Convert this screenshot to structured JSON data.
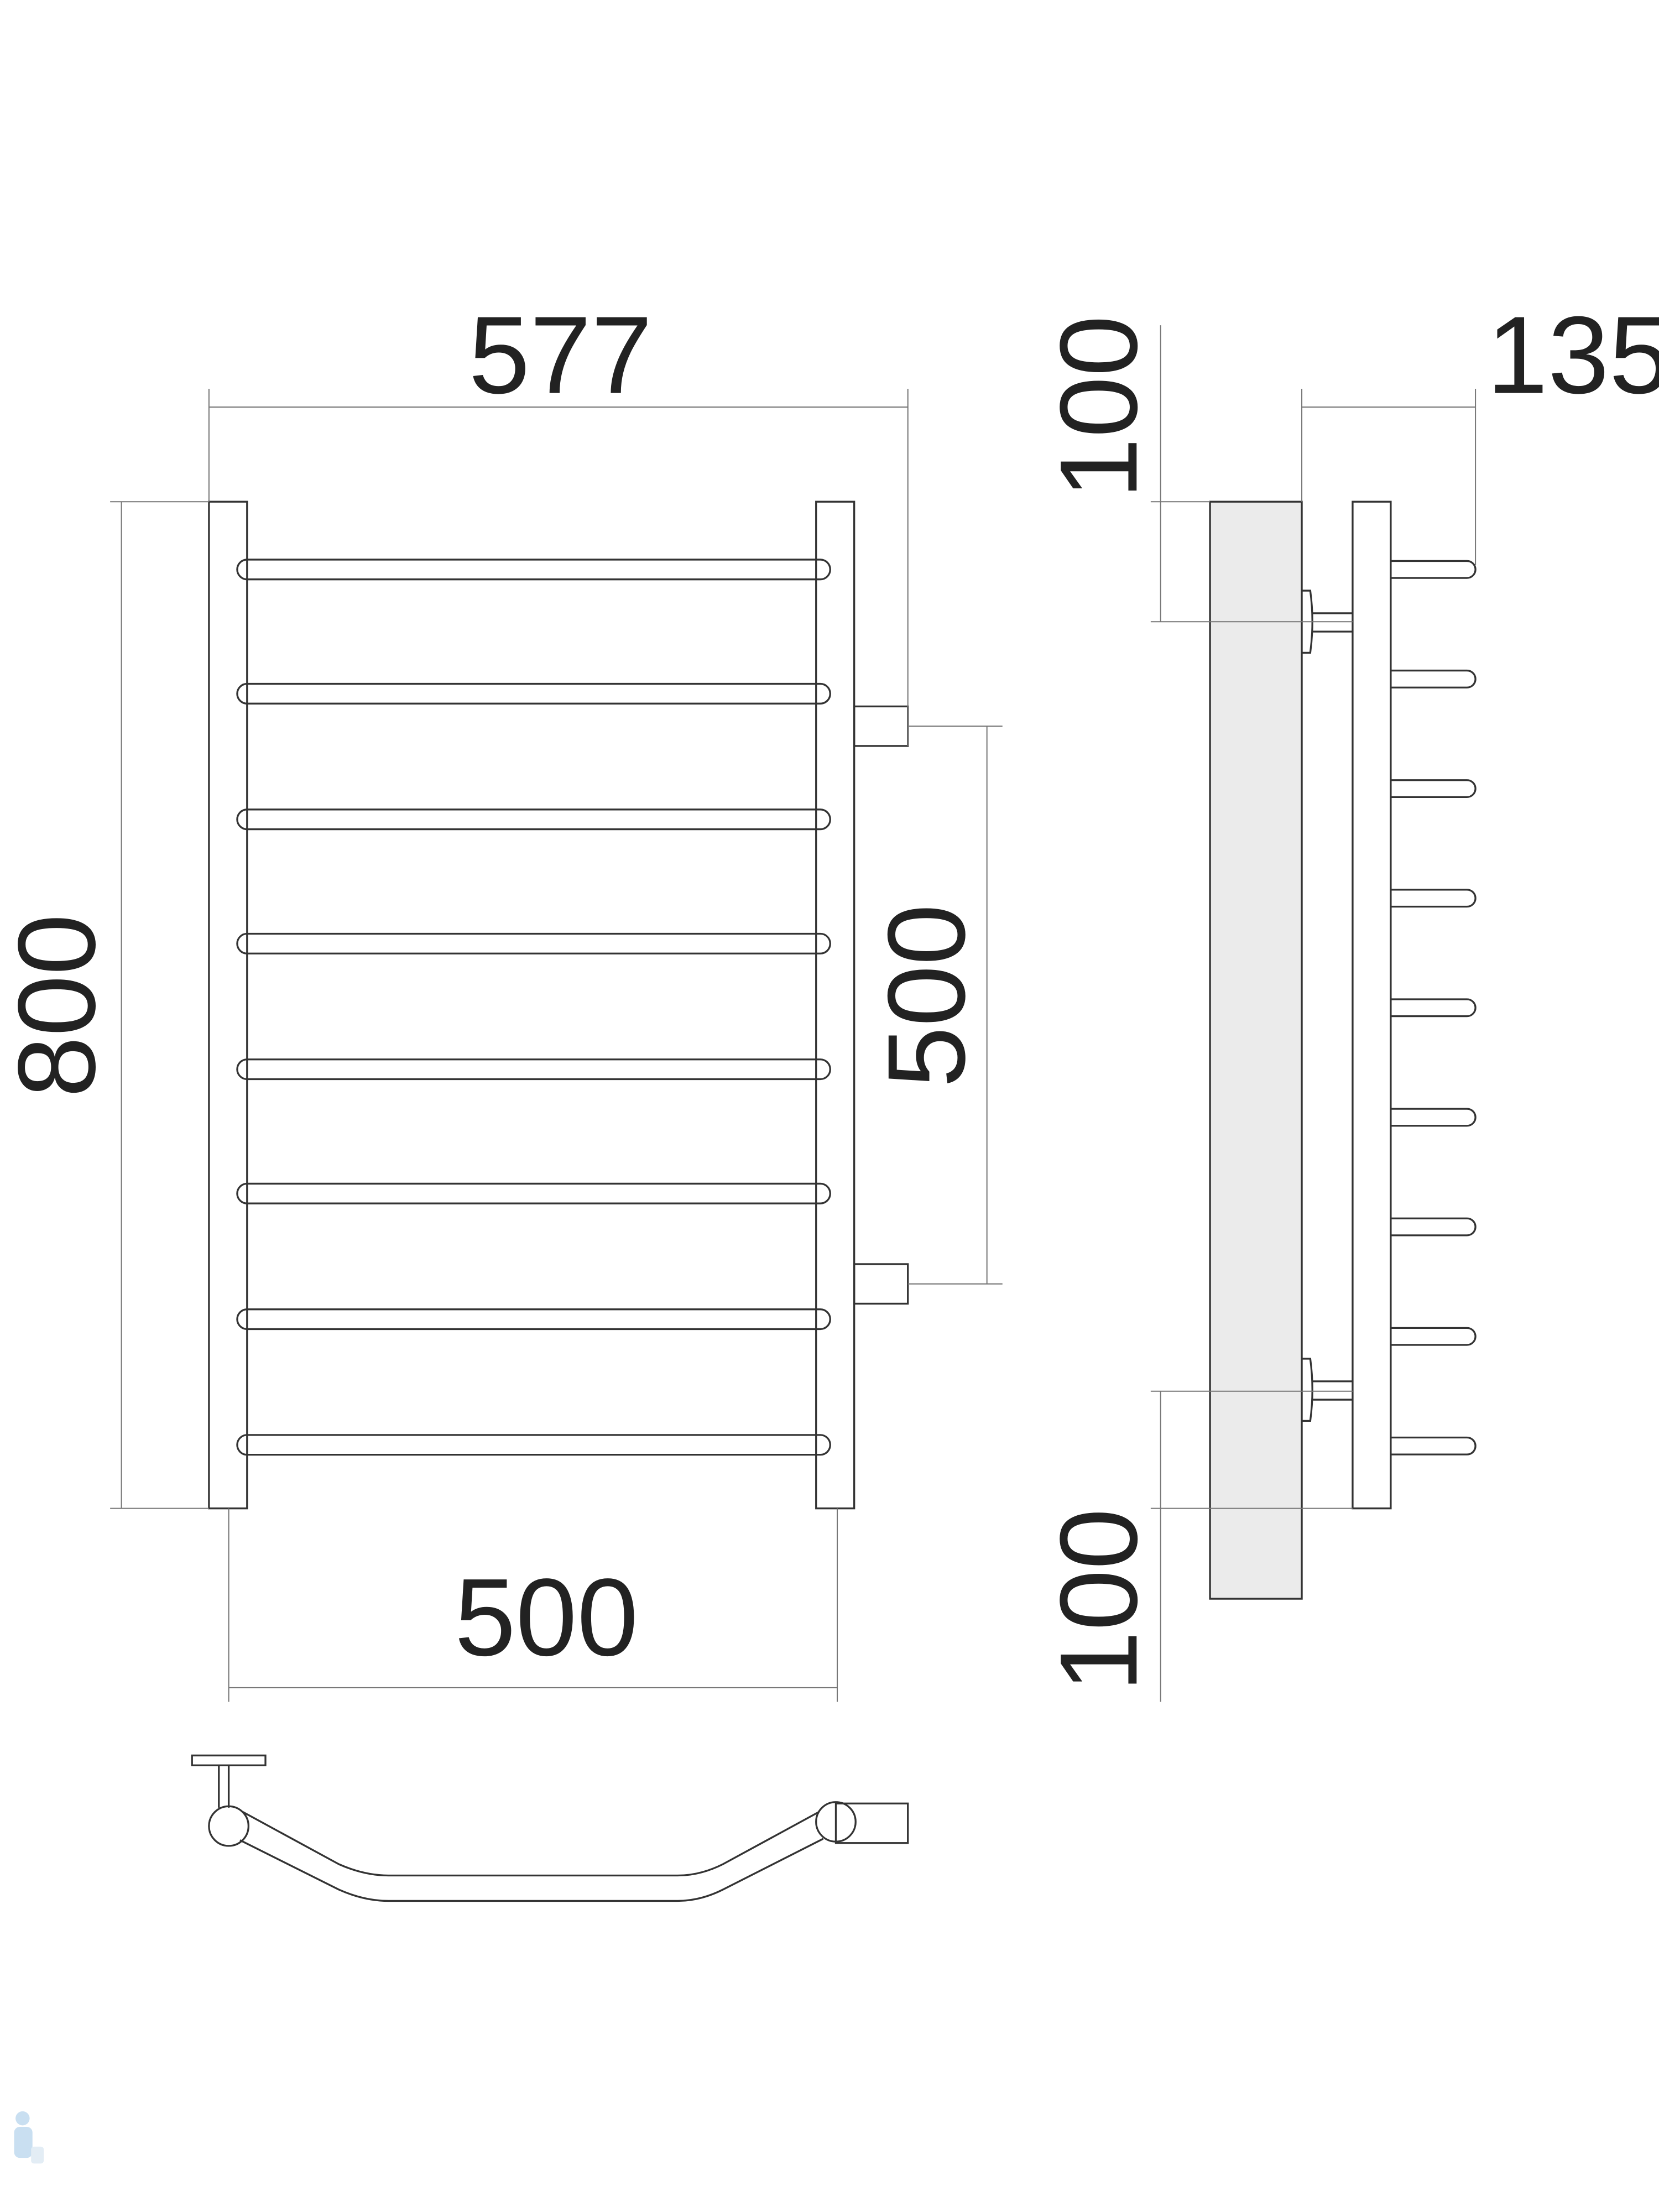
{
  "dimensions": {
    "overall_width": "577",
    "height": "800",
    "connection_spacing": "500",
    "axis_width": "500",
    "depth": "135",
    "top_offset": "100",
    "bottom_offset": "100"
  },
  "front_view": {
    "rail_count": 8
  },
  "side_view": {
    "stub_count": 9
  },
  "colors": {
    "line": "#333333",
    "wall": "#ebebeb",
    "watermark": "#bcd8ee"
  }
}
